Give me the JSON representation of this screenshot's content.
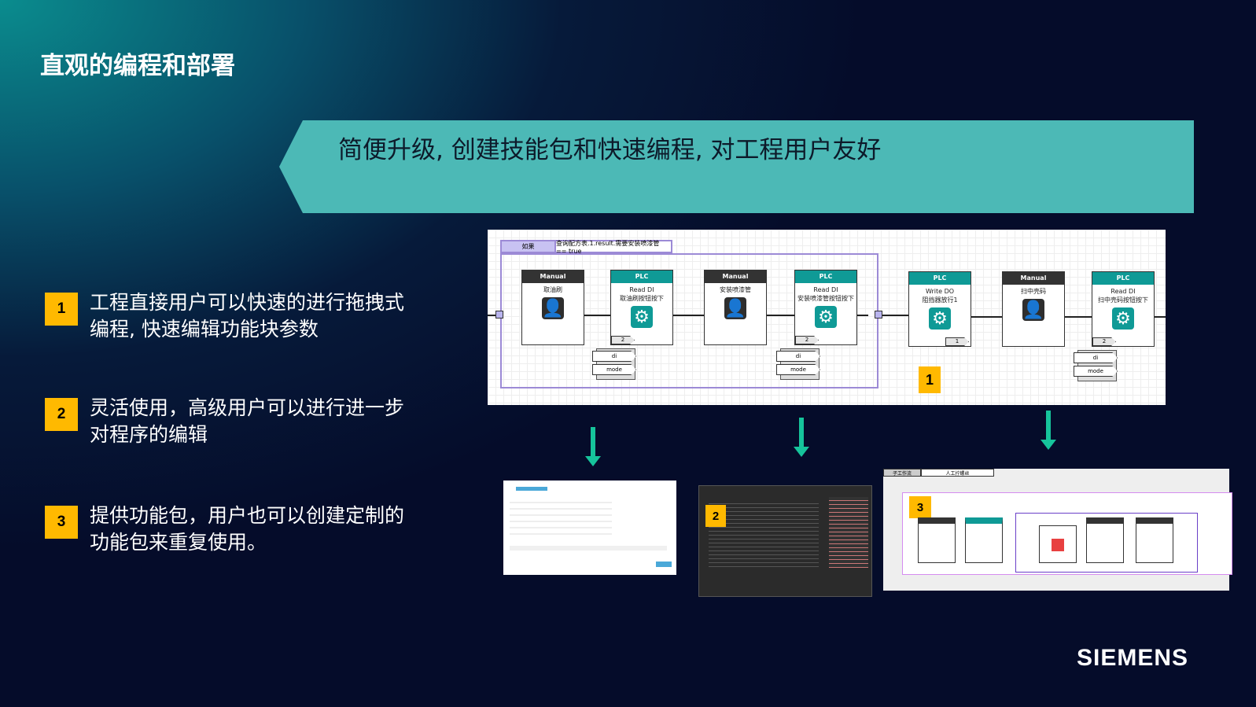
{
  "title": "直观的编程和部署",
  "banner": "简便升级, 创建技能包和快速编程, 对工程用户友好",
  "items": [
    {
      "num": "1",
      "text": "工程直接用户可以快速的进行拖拽式编程, 快速编辑功能块参数"
    },
    {
      "num": "2",
      "text": "灵活使用，高级用户可以进行进一步对程序的编辑"
    },
    {
      "num": "3",
      "text": "提供功能包，用户也可以创建定制的功能包来重复使用。"
    }
  ],
  "diagram": {
    "condition_label": "如果",
    "condition_expr": "查询配方表.1.result.需要安装喷漆管 == true",
    "blocks": [
      {
        "type": "Manual",
        "line1": "取油刷",
        "line2": "",
        "icon": "person-icon"
      },
      {
        "type": "PLC",
        "line1": "Read DI",
        "line2": "取油刷按钮按下",
        "icon": "gear-icon",
        "tag": "2",
        "params": [
          "di",
          "mode"
        ]
      },
      {
        "type": "Manual",
        "line1": "安装喷漆管",
        "line2": "",
        "icon": "person-icon"
      },
      {
        "type": "PLC",
        "line1": "Read DI",
        "line2": "安装喷漆管按钮按下",
        "icon": "gear-icon",
        "tag": "2",
        "params": [
          "di",
          "mode"
        ]
      },
      {
        "type": "PLC",
        "line1": "Write DO",
        "line2": "阻挡器放行1",
        "icon": "gear-icon",
        "tag": "1"
      },
      {
        "type": "Manual",
        "line1": "扫中壳码",
        "line2": "",
        "icon": "person-icon"
      },
      {
        "type": "PLC",
        "line1": "Read DI",
        "line2": "扫中壳码按钮按下",
        "icon": "gear-icon",
        "tag": "2",
        "params": [
          "di",
          "mode"
        ]
      }
    ],
    "badge": "1"
  },
  "thumbnails": [
    {
      "badge": ""
    },
    {
      "badge": "2"
    },
    {
      "badge": "3",
      "tab1": "子工作流",
      "tab2": "人工拧螺丝"
    }
  ],
  "colors": {
    "accent": "#4cb9b6",
    "plc": "#0f9a96",
    "manual": "#333333",
    "badge": "#ffb900",
    "arrow": "#16c49b"
  },
  "logo": "SIEMENS"
}
